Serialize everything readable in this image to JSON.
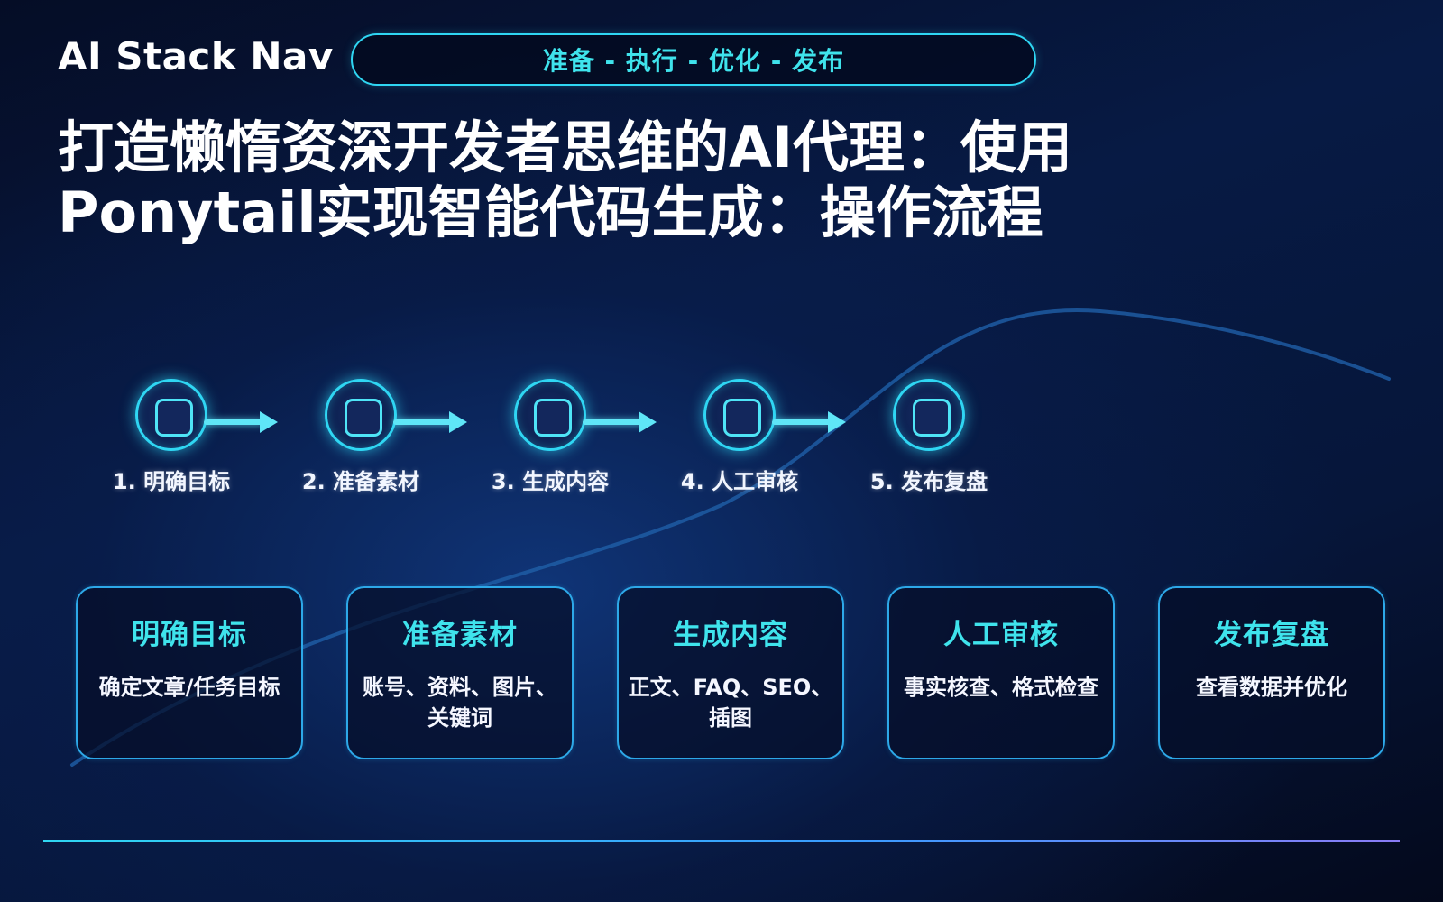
{
  "header": {
    "brand": "AI Stack Nav",
    "tagline": "准备 - 执行 - 优化 - 发布"
  },
  "title": "打造懒惰资深开发者思维的AI代理：使用Ponytail实现智能代码生成：操作流程",
  "colors": {
    "accent_cyan": "#3fe3ec",
    "ring_cyan": "#2fd6f3",
    "card_border": "#2da8e8",
    "background_dark": "#050d26"
  },
  "steps": [
    {
      "label": "1. 明确目标",
      "icon": "square-node-icon"
    },
    {
      "label": "2. 准备素材",
      "icon": "square-node-icon"
    },
    {
      "label": "3. 生成内容",
      "icon": "square-node-icon"
    },
    {
      "label": "4. 人工审核",
      "icon": "square-node-icon"
    },
    {
      "label": "5. 发布复盘",
      "icon": "square-node-icon"
    }
  ],
  "cards": [
    {
      "title": "明确目标",
      "desc": "确定文章/任务目标"
    },
    {
      "title": "准备素材",
      "desc": "账号、资料、图片、关键词"
    },
    {
      "title": "生成内容",
      "desc": "正文、FAQ、SEO、插图"
    },
    {
      "title": "人工审核",
      "desc": "事实核查、格式检查"
    },
    {
      "title": "发布复盘",
      "desc": "查看数据并优化"
    }
  ]
}
